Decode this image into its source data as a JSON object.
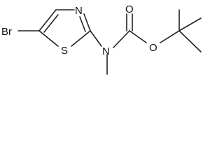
{
  "molecule": {
    "atoms": {
      "bromine": "Br",
      "sulfur": "S",
      "ring_nitrogen": "N",
      "amine_nitrogen": "N",
      "carbonyl_oxygen": "O",
      "ester_oxygen": "O"
    }
  }
}
